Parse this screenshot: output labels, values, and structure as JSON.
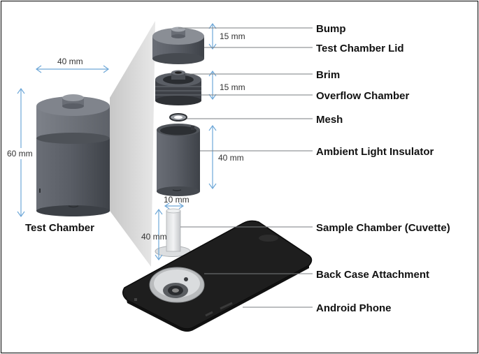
{
  "dimensions": {
    "width_top": "40 mm",
    "height_left": "60 mm",
    "lid_height": "15 mm",
    "overflow_height": "15 mm",
    "insulator_height": "40 mm",
    "cuvette_width": "10 mm",
    "cuvette_height": "40 mm"
  },
  "caption": "Test Chamber",
  "labels": {
    "bump": "Bump",
    "lid": "Test Chamber Lid",
    "brim": "Brim",
    "overflow": "Overflow Chamber",
    "mesh": "Mesh",
    "insulator": "Ambient Light Insulator",
    "cuvette": "Sample Chamber (Cuvette)",
    "back_case": "Back Case Attachment",
    "phone": "Android Phone"
  },
  "colors": {
    "body": "#5c6068",
    "body_dark": "#3b3f45",
    "phone": "#1c1c1c",
    "wedge": "#c8c8c8"
  }
}
